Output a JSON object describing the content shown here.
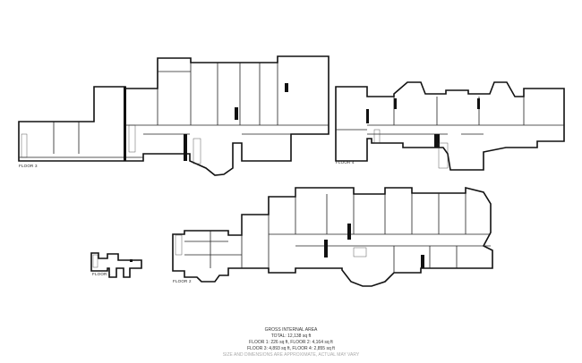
{
  "floors": [
    {
      "label": "FLOOR 3"
    },
    {
      "label": "FLOOR 4"
    },
    {
      "label": "FLOOR 1"
    },
    {
      "label": "FLOOR 2"
    }
  ],
  "summary": {
    "heading": "GROSS INTERNAL AREA",
    "total": "TOTAL: 12,138 sq ft",
    "line1": "FLOOR 1: 226 sq ft, FLOOR 2: 4,164 sq ft",
    "line2": "FLOOR 3: 4,893 sq ft, FLOOR 4: 2,855 sq ft",
    "disclaimer": "SIZE AND DIMENSIONS ARE APPROXIMATE, ACTUAL MAY VARY"
  }
}
